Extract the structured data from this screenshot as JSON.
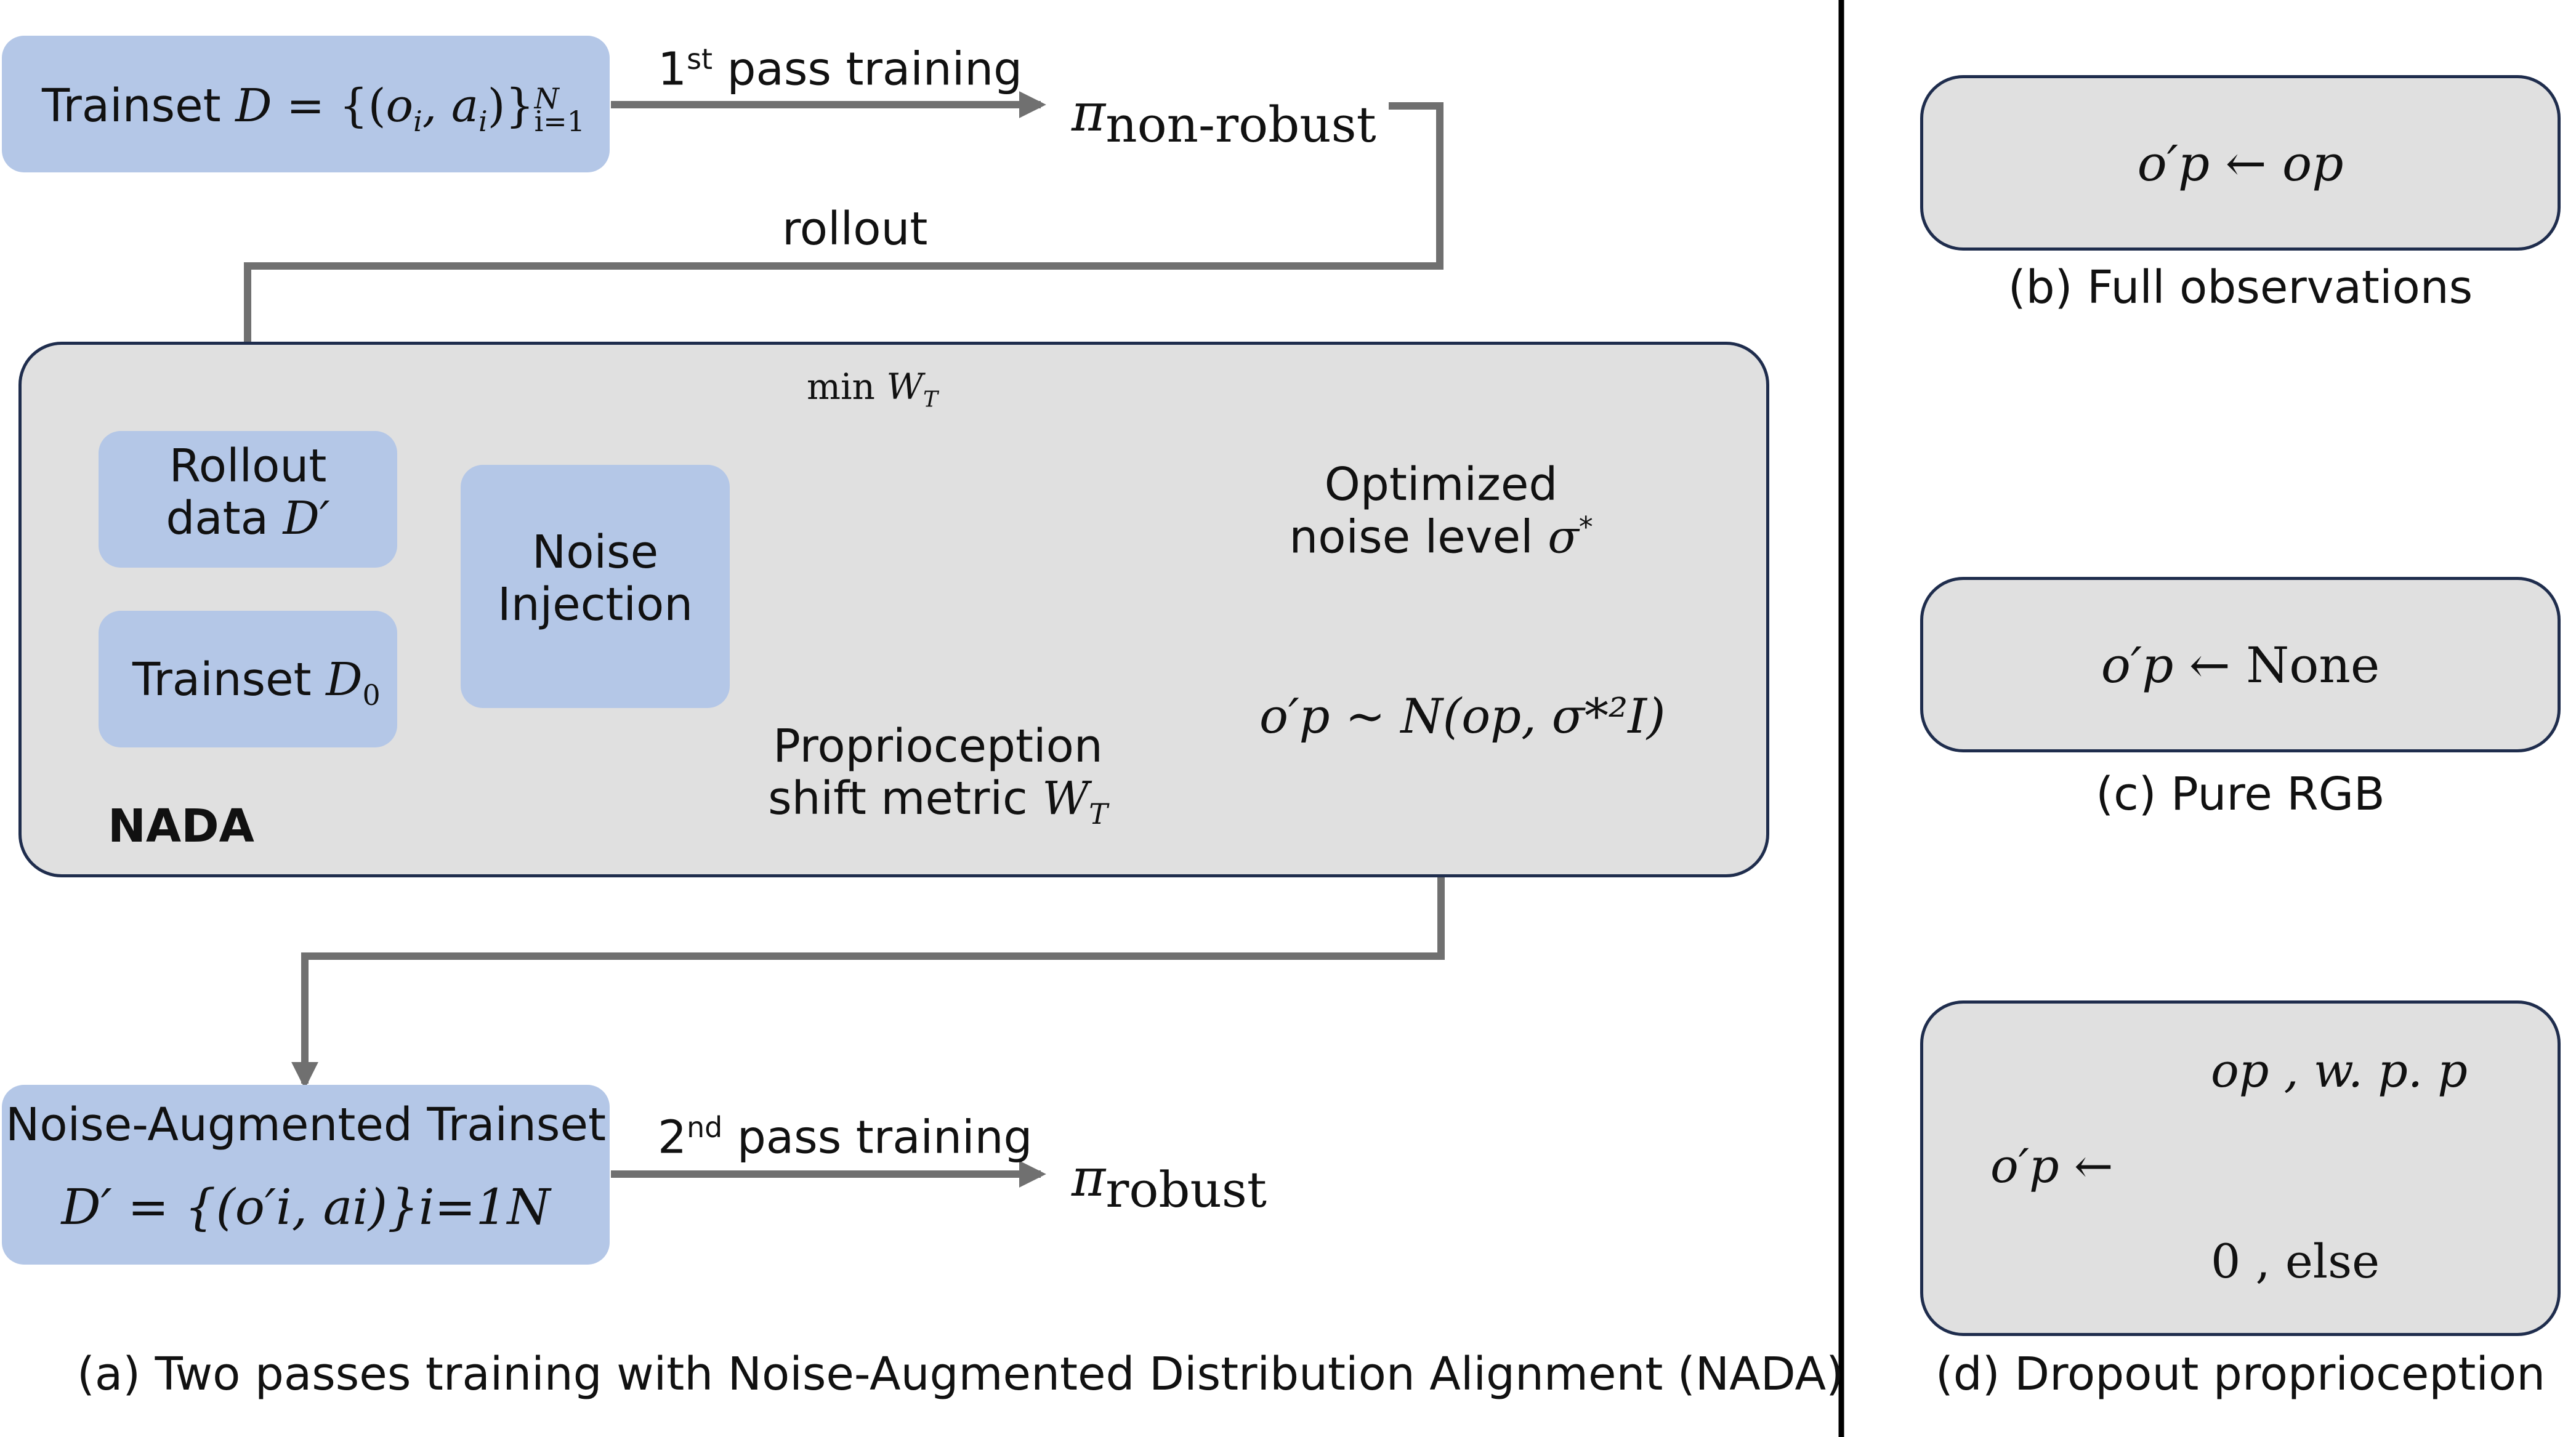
{
  "panel_a": {
    "caption": "(a) Two passes training with Noise-Augmented Distribution Alignment (NADA)",
    "trainset_box": {
      "prefix": "Trainset ",
      "math": "D = {(o_i, a_i)}_{i=1}^N"
    },
    "first_pass": {
      "ordinal": "1",
      "ordinal_sup": "st",
      "label": " pass training"
    },
    "pi_nonrobust": {
      "symbol": "π",
      "sub": "non-robust"
    },
    "rollout_label": "rollout",
    "nada": {
      "label": "NADA",
      "rollout_data": {
        "line1": "Rollout",
        "line2_prefix": "data ",
        "line2_math": "D′"
      },
      "trainset0": {
        "prefix": "Trainset ",
        "math": "D",
        "sub": "0"
      },
      "noise_injection": {
        "line1": "Noise",
        "line2": "Injection"
      },
      "min_wt": {
        "prefix": "min ",
        "math": "W",
        "sub": "T"
      },
      "shift_metric": {
        "line1": "Proprioception",
        "line2_prefix": "shift metric ",
        "math": "W",
        "sub": "T"
      },
      "optimized": {
        "line1": "Optimized",
        "line2_prefix": "noise level ",
        "math": "σ",
        "sup": "*"
      },
      "formula": "o′p ~ N(op, σ*²I)"
    },
    "noise_aug_box": {
      "line1": "Noise-Augmented Trainset",
      "math": "D′ = {(o′i, ai)}i=1N"
    },
    "second_pass": {
      "ordinal": "2",
      "ordinal_sup": "nd",
      "label": " pass training"
    },
    "pi_robust": {
      "symbol": "π",
      "sub": "robust"
    }
  },
  "panel_b": {
    "caption": "(b) Full observations",
    "formula": "o′p ← op"
  },
  "panel_c": {
    "caption": "(c) Pure RGB",
    "formula_math": "o′p ←",
    "formula_word": "None"
  },
  "panel_d": {
    "caption": "(d) Dropout proprioception",
    "lhs": "o′p ←",
    "case1": "op ,  w. p. p",
    "case2": "0 , else"
  },
  "colors": {
    "box_blue": "#b4c7e7",
    "panel_gray": "#e0e0e0",
    "border_navy": "#1f2d4d",
    "arrow_gray": "#707070",
    "curve_red": "#e03040",
    "curve_blue": "#2050d0"
  }
}
